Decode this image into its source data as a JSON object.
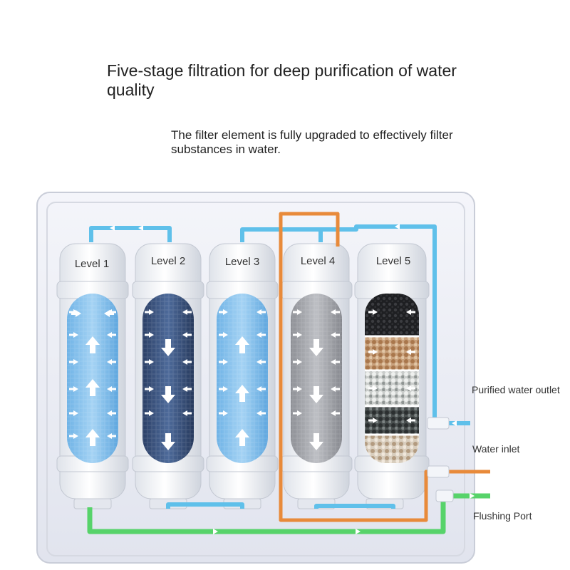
{
  "headline": "Five-stage filtration for deep purification of water quality",
  "subheadline": "The filter element is fully upgraded to effectively filter substances in water.",
  "cartridges": [
    {
      "label": "Level 1",
      "media": "blue-fiber",
      "flow": "up"
    },
    {
      "label": "Level 2",
      "media": "navy-fiber",
      "flow": "down"
    },
    {
      "label": "Level 3",
      "media": "blue-fiber",
      "flow": "up"
    },
    {
      "label": "Level 4",
      "media": "gray-fiber",
      "flow": "down"
    },
    {
      "label": "Level 5",
      "media": "layered-granules",
      "flow": "inward"
    }
  ],
  "ports": {
    "purified_outlet": "Purified water outlet",
    "water_inlet": "Water inlet",
    "flushing_port": "Flushing Port"
  },
  "colors": {
    "pure_water_line": "#5fc0ea",
    "raw_water_line": "#e88a3a",
    "flush_line": "#57d36a",
    "housing": "#eef0f6"
  }
}
